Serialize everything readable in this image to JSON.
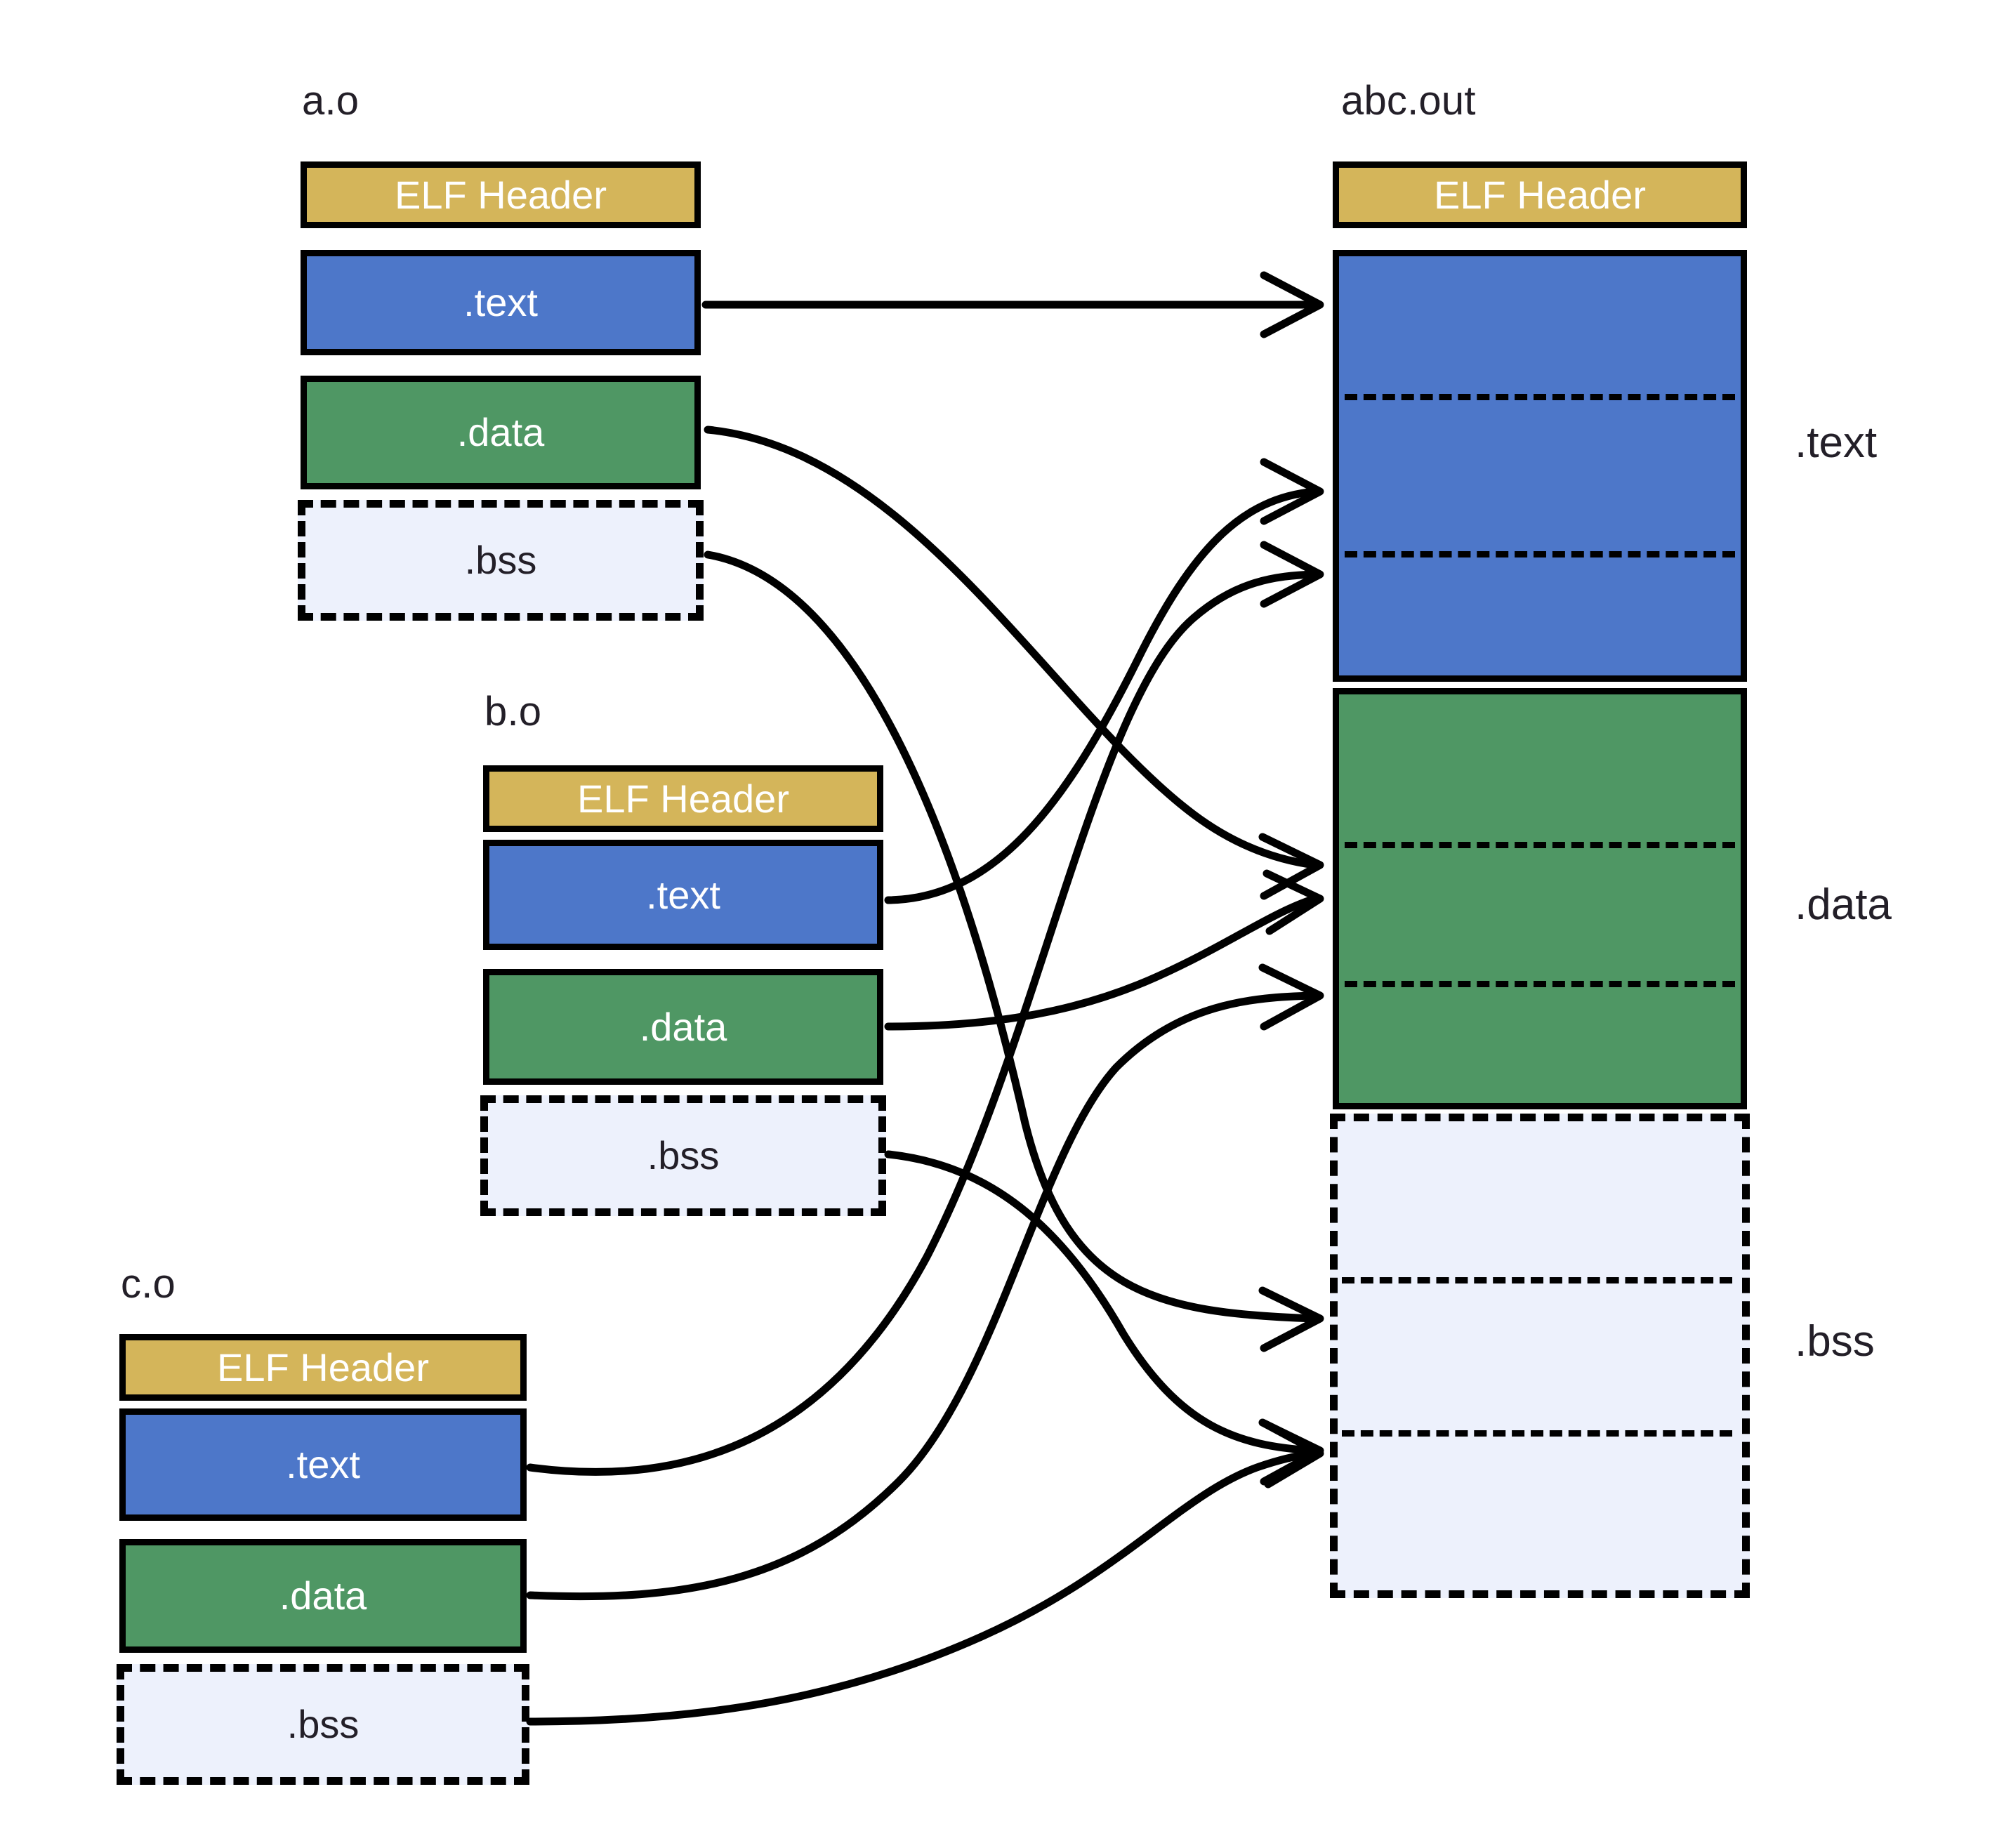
{
  "diagram": {
    "title_semantics": "elf-object-file-linking",
    "colors": {
      "elf_header": "#d4b55a",
      "text_section": "#4d77c9",
      "data_section": "#4f9764",
      "bss_section": "#edf1fc",
      "outline": "#000000",
      "label_text": "#231f28",
      "segment_text": "#ffffff"
    }
  },
  "inputs": [
    {
      "name": "a.o",
      "segments": [
        {
          "label": "ELF Header",
          "kind": "header"
        },
        {
          "label": ".text",
          "kind": "text"
        },
        {
          "label": ".data",
          "kind": "data"
        },
        {
          "label": ".bss",
          "kind": "bss"
        }
      ]
    },
    {
      "name": "b.o",
      "segments": [
        {
          "label": "ELF Header",
          "kind": "header"
        },
        {
          "label": ".text",
          "kind": "text"
        },
        {
          "label": ".data",
          "kind": "data"
        },
        {
          "label": ".bss",
          "kind": "bss"
        }
      ]
    },
    {
      "name": "c.o",
      "segments": [
        {
          "label": "ELF Header",
          "kind": "header"
        },
        {
          "label": ".text",
          "kind": "text"
        },
        {
          "label": ".data",
          "kind": "data"
        },
        {
          "label": ".bss",
          "kind": "bss"
        }
      ]
    }
  ],
  "output": {
    "name": "abc.out",
    "header_label": "ELF Header",
    "section_labels": [
      {
        "label": ".text"
      },
      {
        "label": ".data"
      },
      {
        "label": ".bss"
      }
    ],
    "merge_order": [
      "a",
      "b",
      "c"
    ]
  }
}
